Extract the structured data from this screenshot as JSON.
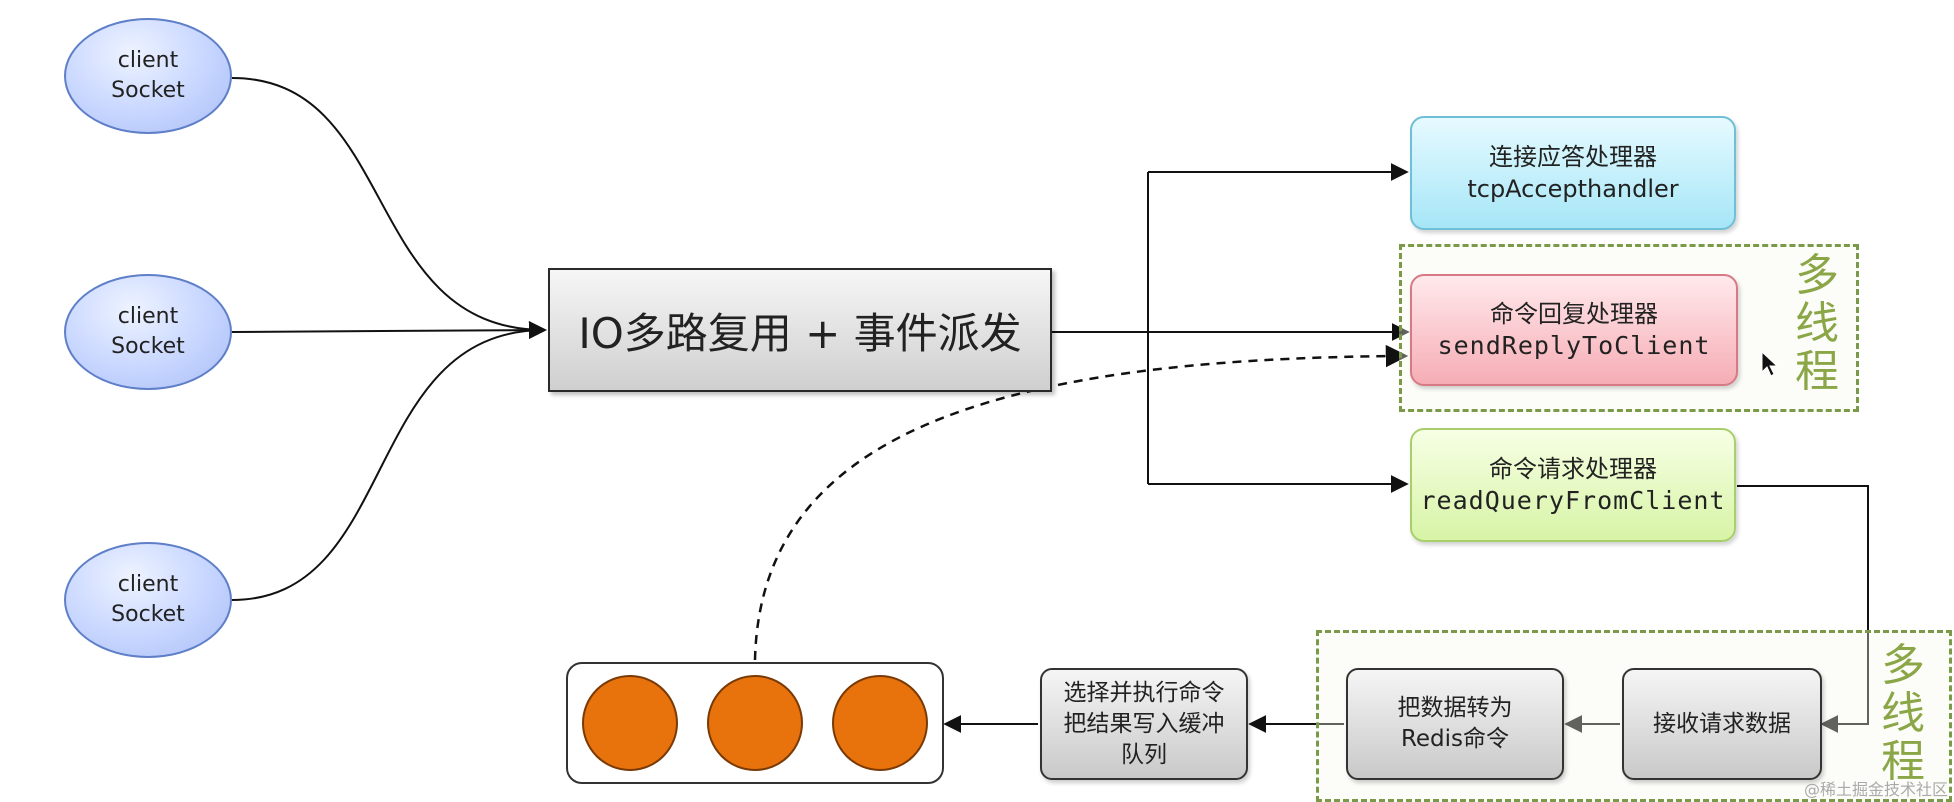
{
  "clients": [
    {
      "line1": "client",
      "line2": "Socket"
    },
    {
      "line1": "client",
      "line2": "Socket"
    },
    {
      "line1": "client",
      "line2": "Socket"
    }
  ],
  "core": {
    "label": "IO多路复用 + 事件派发"
  },
  "handlers": {
    "accept": {
      "cn": "连接应答处理器",
      "en": "tcpAccepthandler"
    },
    "reply": {
      "cn": "命令回复处理器",
      "en": "sendReplyToClient"
    },
    "read": {
      "cn": "命令请求处理器",
      "en": "readQueryFromClient"
    }
  },
  "multithread": {
    "top": [
      "多",
      "线",
      "程"
    ],
    "bottom": [
      "多",
      "线",
      "程"
    ]
  },
  "steps": {
    "receive": "接收请求数据",
    "convert": {
      "line1": "把数据转为",
      "line2": "Redis命令"
    },
    "execute": {
      "line1": "选择并执行命令",
      "line2": "把结果写入缓冲",
      "line3": "队列"
    }
  },
  "watermark": "@稀土掘金技术社区",
  "colors": {
    "ball": "#e8720c",
    "multithread_border": "#7a9a4a",
    "multithread_text": "#8aa646"
  }
}
